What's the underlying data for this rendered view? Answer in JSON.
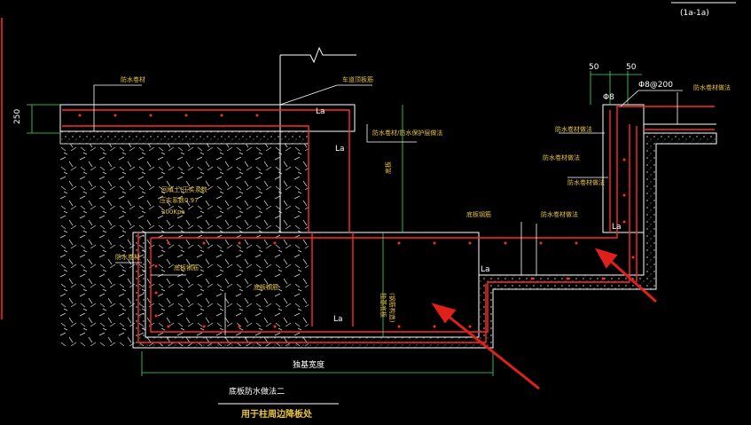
{
  "section_tag": "(1a-1a)",
  "dims": {
    "slab_thickness": "250",
    "offset_left": "50",
    "offset_right": "50",
    "base_width": "独基宽度"
  },
  "rebar": {
    "spec": "Φ8@200",
    "phi": "Φ8"
  },
  "lap_labels": [
    "La",
    "La",
    "La",
    "La",
    "La"
  ],
  "labels": {
    "top_waterproof": "防水卷材",
    "top_right_note": "车道顶板筋",
    "mid_note": "防水卷材/防水保护层做法",
    "vertical_note": "底板",
    "soil_line1": "回填土(压实系数",
    "soil_line2": "压实系数0.97",
    "soil_line3": "200Kpa",
    "wall_left": "防水卷材",
    "bottom_bar_left": "底板钢筋",
    "bottom_bar_mid": "底板钢筋",
    "found_vertical_a": "独基底板",
    "found_vertical_b": "(钢筋构造)",
    "top_rebar_mid": "底板钢筋",
    "right_bar_note": "防水卷材做法",
    "right_note_a": "防水卷材做法",
    "right_note_b": "防水卷材做法",
    "right_note_c": "防水卷材做法",
    "top_far_right": "防水卷材做法"
  },
  "title_block": {
    "title": "底板防水做法二",
    "subtitle": "用于柱周边降板处"
  },
  "colors": {
    "background": "#000000",
    "concrete_outline": "#ffffff",
    "rebar": "#ff2a2a",
    "leader": "#ffffff",
    "dimension": "#40e070",
    "label": "#e8c33a",
    "arrow": "#e0201a"
  }
}
